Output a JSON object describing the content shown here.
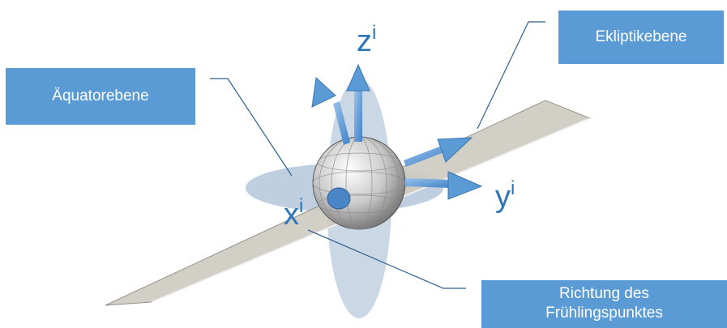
{
  "callouts": {
    "aequator": "Äquatorebene",
    "ekliptik": "Ekliptikebene",
    "richtung_line1": "Richtung des",
    "richtung_line2": "Frühlingspunktes"
  },
  "axes": {
    "z": {
      "letter": "z",
      "sup": "i"
    },
    "y": {
      "letter": "y",
      "sup": "i"
    },
    "x": {
      "letter": "x",
      "sup": "i"
    }
  },
  "colors": {
    "callout_fill": "#5b9bd5",
    "callout_text": "#ffffff",
    "axis_label": "#2e75b6",
    "arrow_fill": "#5b9bd5",
    "ecliptic_plane": "#cfcbc2",
    "equatorial_plane": "#a9bfd6",
    "sphere": "#c8c8c8",
    "leader_line": "#2f5f8f"
  }
}
